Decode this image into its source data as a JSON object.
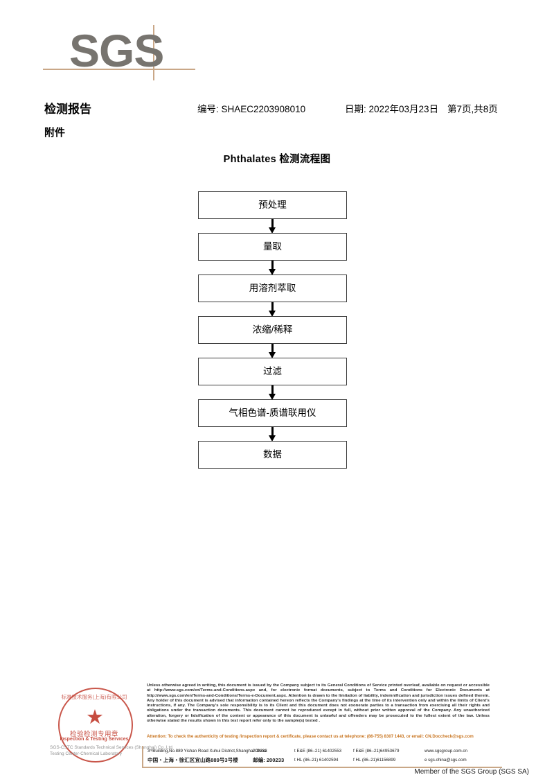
{
  "logo": {
    "text": "SGS",
    "rule_color": "#c9a787",
    "text_color": "#77746f"
  },
  "header": {
    "report_title": "检测报告",
    "report_number": "编号: SHAEC2203908010",
    "report_date": "日期: 2022年03月23日",
    "page_indicator": "第7页,共8页",
    "attachment_label": "附件"
  },
  "flow": {
    "title": "Phthalates 检测流程图",
    "nodes": [
      {
        "label": "预处理"
      },
      {
        "label": "量取"
      },
      {
        "label": "用溶剂萃取"
      },
      {
        "label": "浓缩/稀释"
      },
      {
        "label": "过滤"
      },
      {
        "label": "气相色谱-质谱联用仪"
      },
      {
        "label": "数据"
      }
    ]
  },
  "seal": {
    "arc_top": "标准技术服务(上海)有限公司",
    "center_cn": "检验检测专用章",
    "center_en": "Inspection & Testing Services",
    "star": "★",
    "overlay_line1": "SGS-CSTC Standards Technical Services (Shanghai) Co.,Ltd.",
    "overlay_line2": "Testing Center-Chemical Laboratory",
    "color": "#c0392b"
  },
  "footer": {
    "disclaimer": "Unless otherwise agreed in writing, this document is issued by the Company subject to its General Conditions of Service printed overleaf, available on request or accessible at http://www.sgs.com/en/Terms-and-Conditions.aspx and, for electronic format documents, subject to Terms and Conditions for Electronic Documents at http://www.sgs.com/en/Terms-and-Conditions/Terms-e-Document.aspx. Attention is drawn to the limitation of liability, indemnification and jurisdiction issues defined therein. Any holder of this document is advised that information contained hereon reflects the Company's findings at the time of its intervention only and within the limits of Client's instructions, if any. The Company's sole responsibility is to its Client and this document does not exonerate parties to a transaction from exercising all their rights and obligations under the transaction documents. This document cannot be reproduced except in full, without prior written approval of the Company. Any unauthorized alteration, forgery or falsification of the content or appearance of this document is unlawful and offenders may be prosecuted to the fullest extent of the law. Unless otherwise stated the results shown in this test report refer only to the sample(s) tested .",
    "attention": "Attention: To check the authenticity of testing /inspection report & certificate, please contact us at telephone: (86-755) 8307 1443, or email: CN.Doccheck@sgs.com",
    "attention_color": "#c8741f",
    "address_en": "3ʳᵈBuilding,No.889 Yishan Road Xuhui District,Shanghai China",
    "address_cn": "中国・上海・徐汇区宜山路889号3号楼",
    "zip_en": "200233",
    "zip_cn": "邮编: 200233",
    "tel_ee": "t E&E (86–21) 61402553",
    "fax_ee": "f E&E (86–21)64953679",
    "tel_hl": "t HL (86–21) 61402594",
    "fax_hl": "f HL (86–21)61156899",
    "website": "www.sgsgroup.com.cn",
    "email": "e  sgs.china@sgs.com",
    "member": "Member of the SGS Group (SGS SA)"
  }
}
